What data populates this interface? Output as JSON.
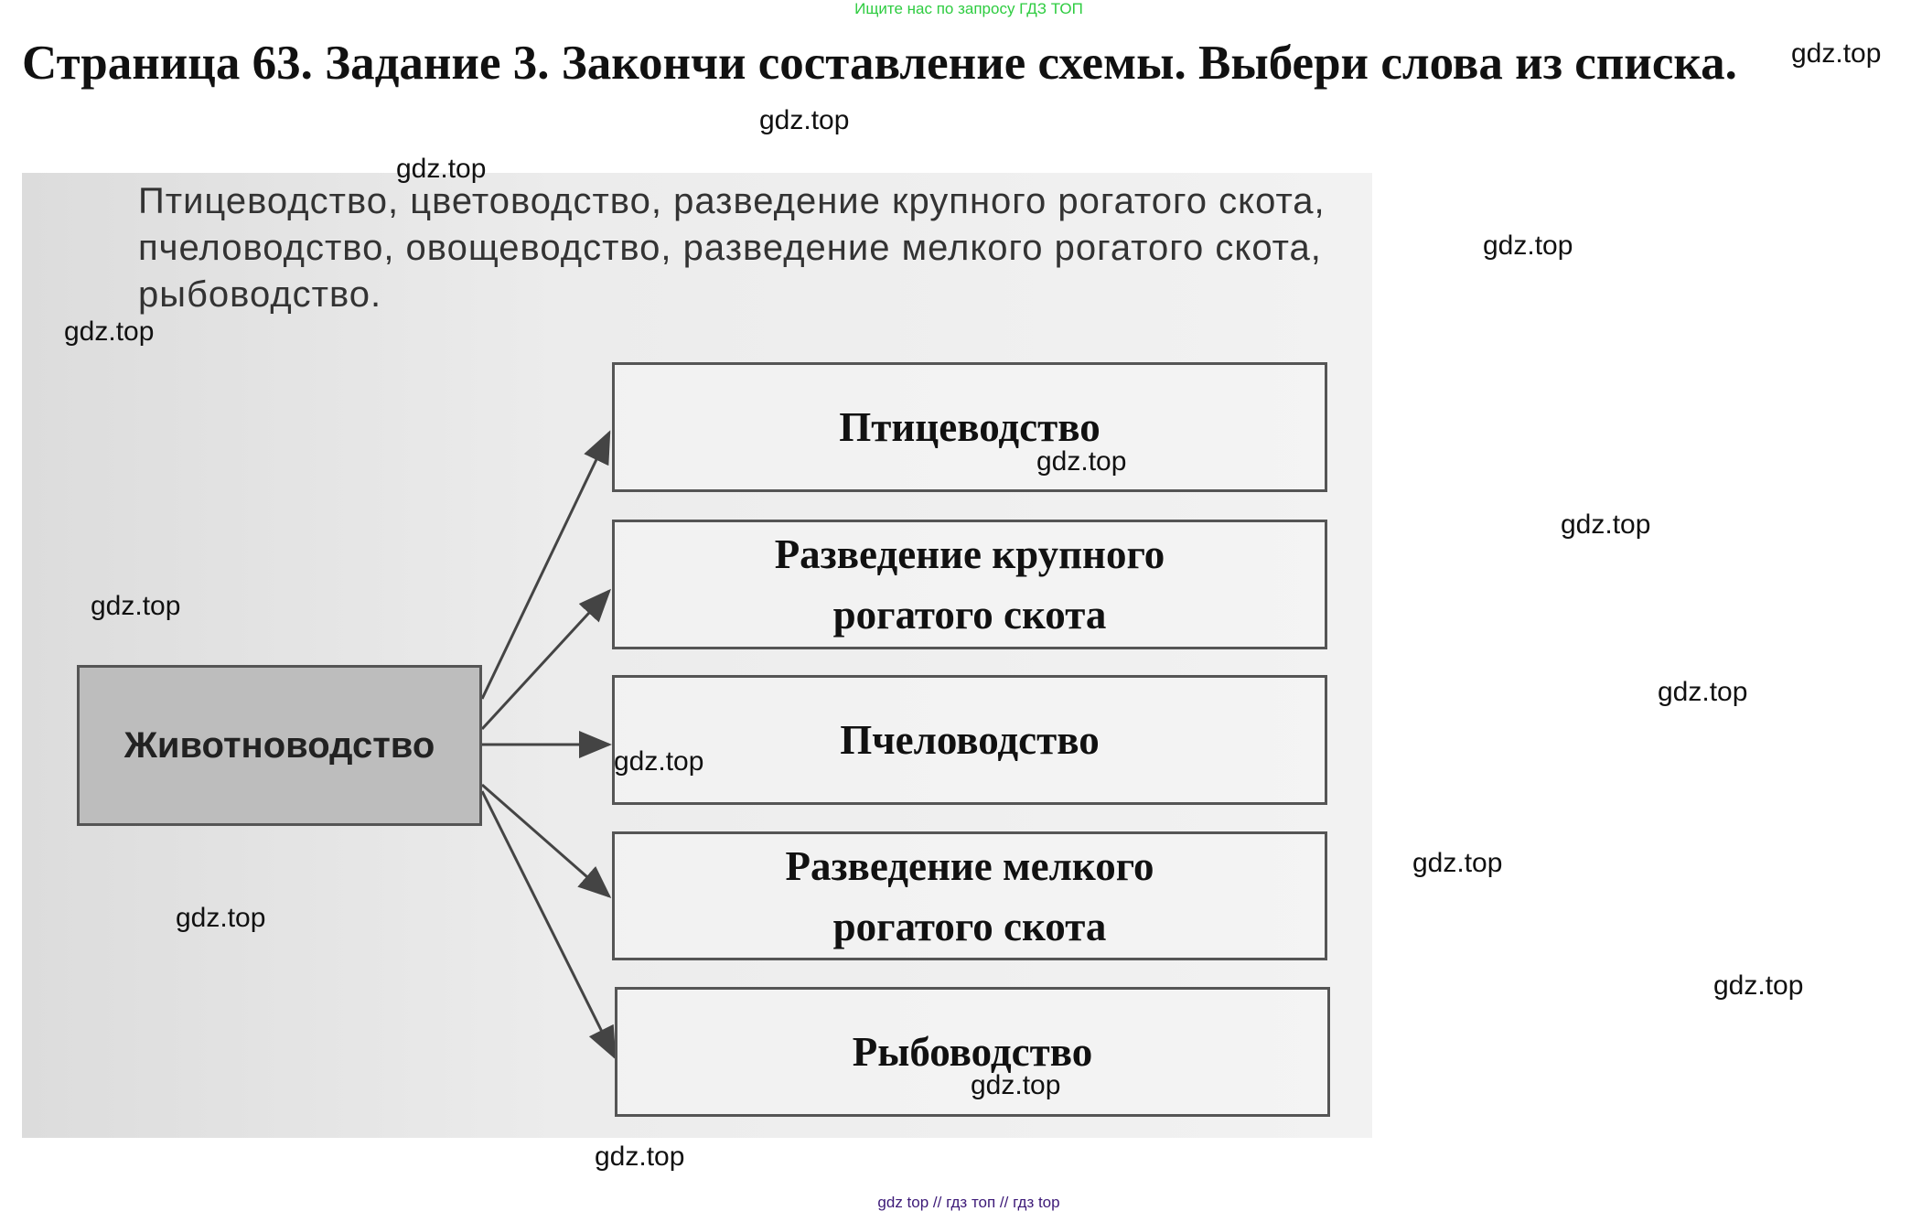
{
  "top_link": "Ищите нас по запросу ГДЗ ТОП",
  "title": "Страница 63. Задание 3. Закончи составление схемы. Выбери слова из списка.",
  "word_list": "Птицеводство, цветоводство, разведение крупного рогатого скота, пчеловодство, овощеводство, разведение мелкого рогатого скота, рыбоводство.",
  "diagram": {
    "root": "Животноводство",
    "branches": [
      "Птицеводство",
      "Разведение крупного рогатого скота",
      "Пчеловодство",
      "Разведение мелкого рогатого скота",
      "Рыбоводство"
    ]
  },
  "watermark": "gdz.top",
  "footer": "gdz top  //  гдз топ  //  гдз top"
}
